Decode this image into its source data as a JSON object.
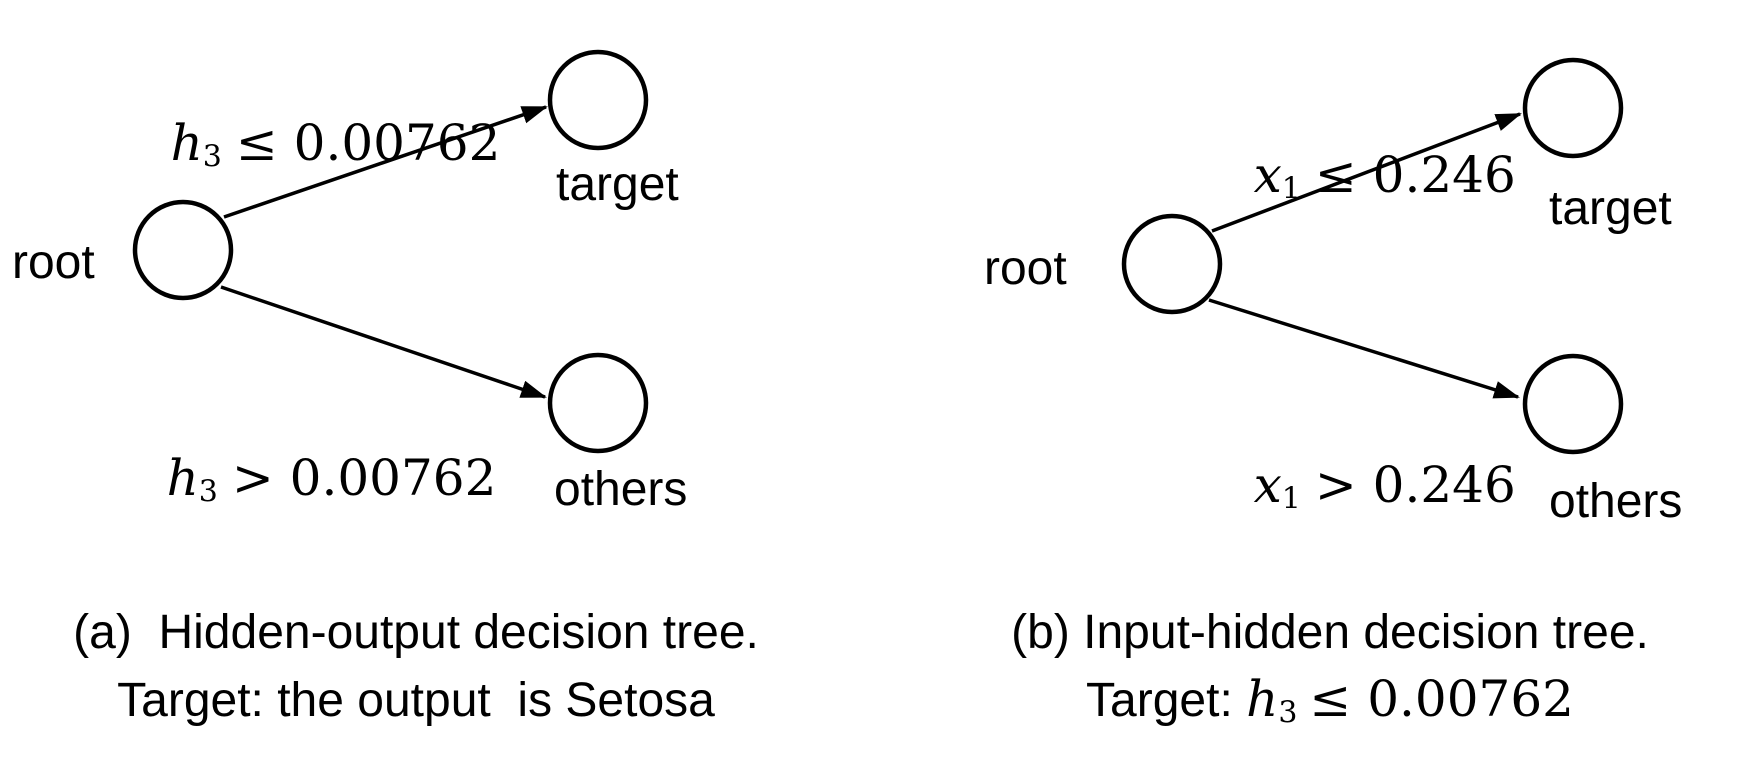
{
  "colors": {
    "ink": "#000000",
    "background": "#ffffff"
  },
  "panels": [
    {
      "name": "a",
      "nodes": {
        "root": "root",
        "top": "target",
        "bottom": "others"
      },
      "edges": {
        "top": {
          "var": "h",
          "sub": "3",
          "rest": "≤ 0.00762"
        },
        "bottom": {
          "var": "h",
          "sub": "3",
          "rest": "> 0.00762"
        }
      },
      "caption": {
        "line1": "(a)  Hidden-output decision tree.",
        "line2_text": "Target: the output  is Setosa"
      }
    },
    {
      "name": "b",
      "nodes": {
        "root": "root",
        "top": "target",
        "bottom": "others"
      },
      "edges": {
        "top": {
          "var": "x",
          "sub": "1",
          "rest": "≤ 0.246"
        },
        "bottom": {
          "var": "x",
          "sub": "1",
          "rest": "> 0.246"
        }
      },
      "caption": {
        "line1": "(b) Input-hidden decision tree.",
        "line2_prefix": "Target: ",
        "line2_math": {
          "var": "h",
          "sub": "3",
          "rest": "≤ 0.00762"
        }
      }
    }
  ]
}
